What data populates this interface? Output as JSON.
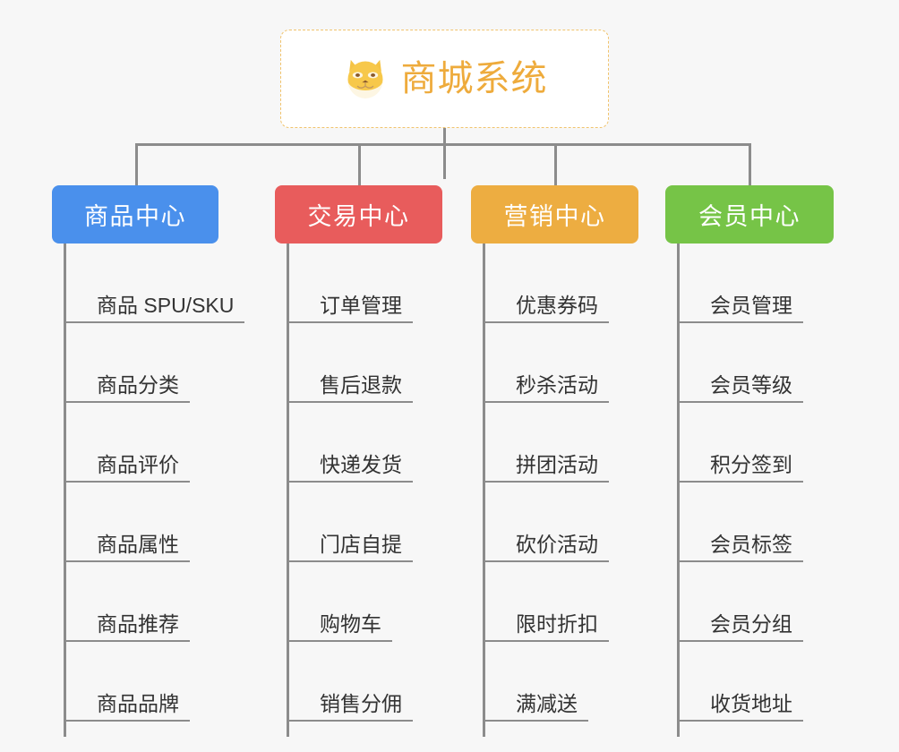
{
  "diagram": {
    "background_color": "#f7f7f7",
    "root": {
      "title": "商城系统",
      "icon": "shiba-dog-face-icon",
      "text_color": "#eeab3c",
      "border_color": "#f0c36d",
      "background_color": "#ffffff"
    },
    "connector_color": "#8c8c8c",
    "branches": [
      {
        "label": "商品中心",
        "color": "#4a90ec",
        "leaves": [
          "商品 SPU/SKU",
          "商品分类",
          "商品评价",
          "商品属性",
          "商品推荐",
          "商品品牌"
        ]
      },
      {
        "label": "交易中心",
        "color": "#e85c5c",
        "leaves": [
          "订单管理",
          "售后退款",
          "快递发货",
          "门店自提",
          "购物车",
          "销售分佣"
        ]
      },
      {
        "label": "营销中心",
        "color": "#edad41",
        "leaves": [
          "优惠券码",
          "秒杀活动",
          "拼团活动",
          "砍价活动",
          "限时折扣",
          "满减送"
        ]
      },
      {
        "label": "会员中心",
        "color": "#76c447",
        "leaves": [
          "会员管理",
          "会员等级",
          "积分签到",
          "会员标签",
          "会员分组",
          "收货地址"
        ]
      }
    ]
  }
}
